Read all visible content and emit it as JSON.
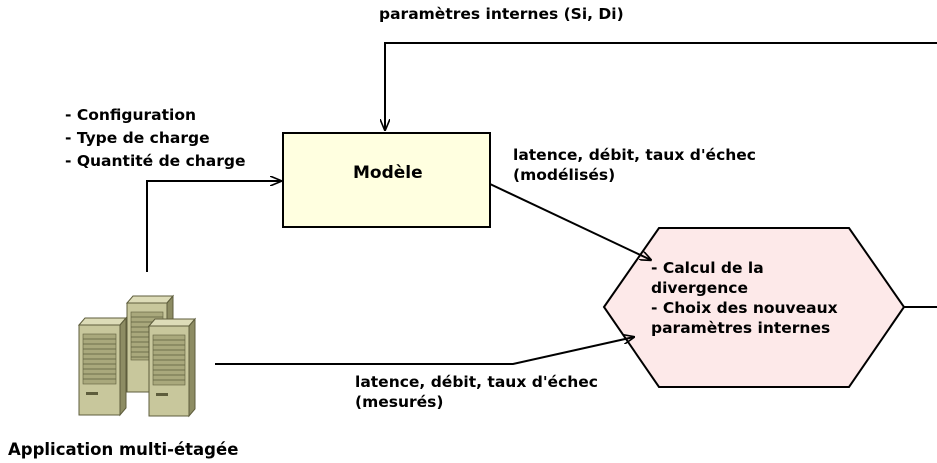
{
  "top_feedback_label": "paramètres internes (Si, Di)",
  "inputs_list": [
    "- Configuration",
    "- Type de charge",
    "- Quantité de charge"
  ],
  "model_box": {
    "label": "Modèle"
  },
  "modeled_metrics": [
    "latence, débit, taux d'échec",
    "(modélisés)"
  ],
  "measured_metrics": [
    "latence, débit, taux d'échec",
    "(mesurés)"
  ],
  "divergence_hexagon": {
    "lines": [
      "- Calcul de la",
      "divergence",
      "- Choix des nouveaux",
      "paramètres internes"
    ]
  },
  "application_label": "Application multi-étagée",
  "colors": {
    "model_fill": "#ffffe0",
    "hexagon_fill": "#fde9e9",
    "server_body": "#c8c79c",
    "server_side": "#8d8c63",
    "stroke": "#000000"
  },
  "icons": {
    "servers": "server-rack-icon"
  }
}
